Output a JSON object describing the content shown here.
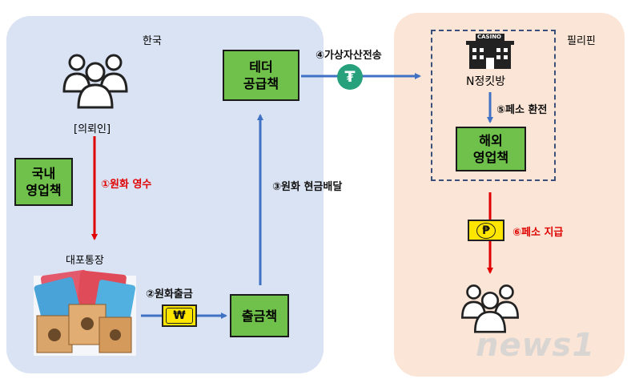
{
  "regions": {
    "korea": "한국",
    "philippines": "필리핀"
  },
  "nodes": {
    "client": "[의뢰인]",
    "domestic_sales": [
      "국내",
      "영업책"
    ],
    "nominee_account": "대포통장",
    "withdrawal": "출금책",
    "tether_supplier": [
      "테더",
      "공급책"
    ],
    "casino": "N정킷방",
    "casino_sign": "CASINO",
    "overseas_sales": [
      "해외",
      "영업책"
    ]
  },
  "steps": {
    "s1": "①원화 영수",
    "s2": "②원화출금",
    "s3": "③원화 현금배달",
    "s4": "④가상자산전송",
    "s5": "⑤페소 환전",
    "s6": "⑥페소 지급"
  },
  "icons": {
    "won": "₩",
    "peso": "₱",
    "tether": "₮"
  },
  "watermark": "news1",
  "colors": {
    "box_green": "#70c04c",
    "arrow_blue": "#3f72c4",
    "arrow_red": "#e00000",
    "korea_bg": "#dae3f3",
    "phil_bg": "#fbe5d6"
  }
}
